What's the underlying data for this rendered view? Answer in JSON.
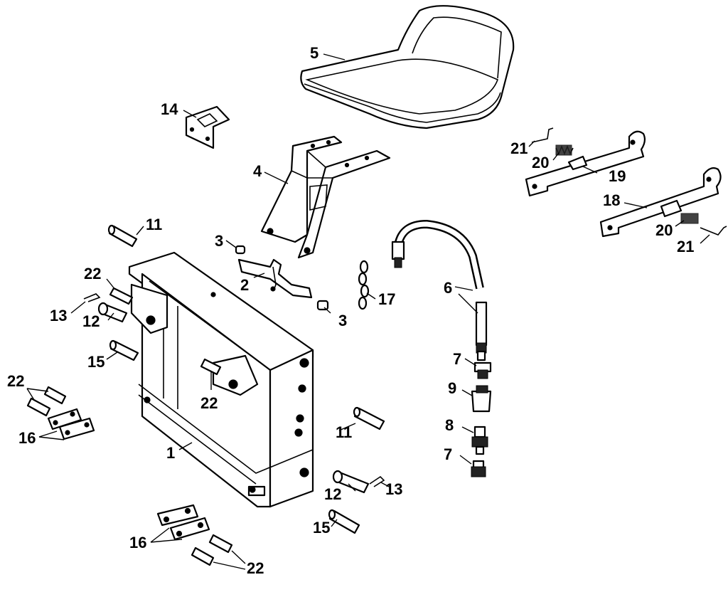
{
  "callouts": [
    "1",
    "2",
    "3",
    "3",
    "4",
    "5",
    "6",
    "7",
    "7",
    "8",
    "9",
    "11",
    "11",
    "12",
    "12",
    "13",
    "13",
    "14",
    "15",
    "15",
    "16",
    "16",
    "17",
    "18",
    "19",
    "20",
    "20",
    "21",
    "21",
    "22",
    "22",
    "22",
    "22"
  ]
}
